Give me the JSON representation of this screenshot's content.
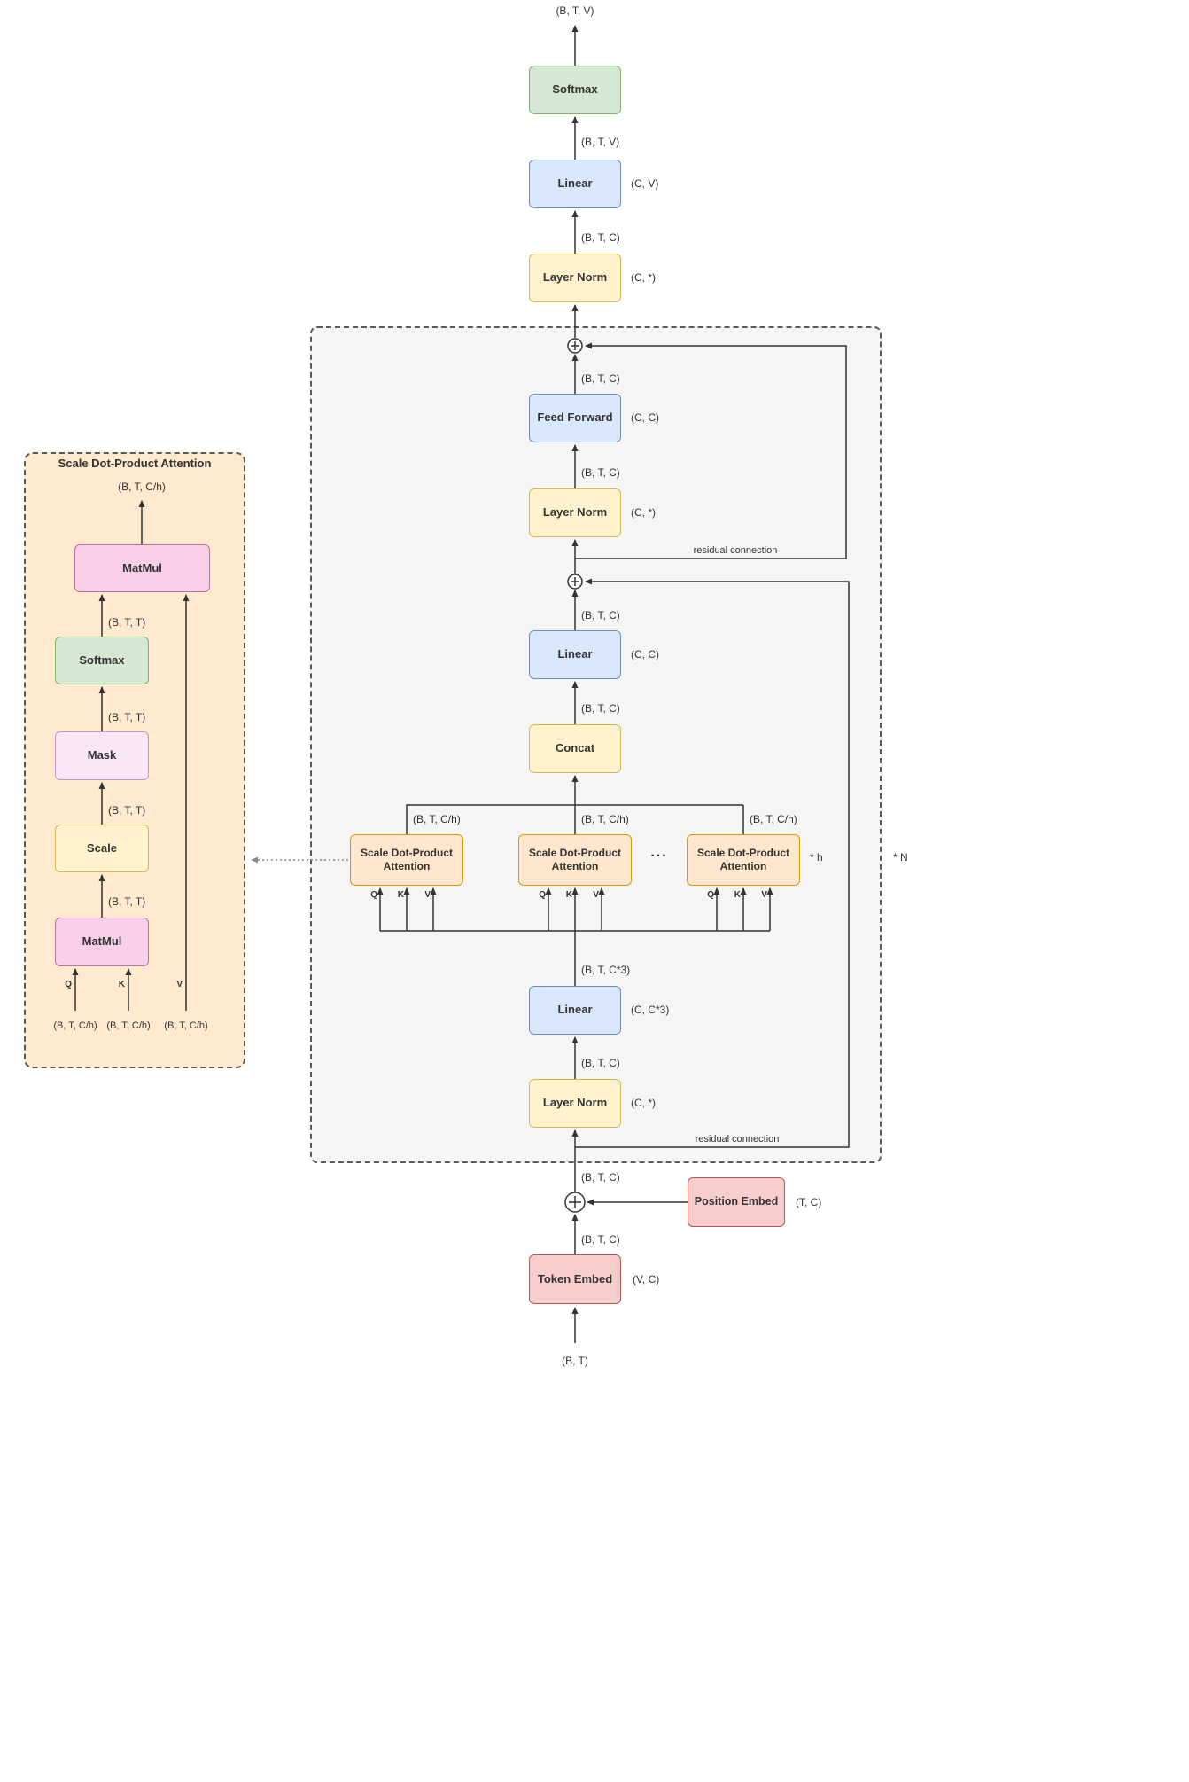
{
  "palette": {
    "green_fill": "#d5e8d4",
    "green_border": "#82b366",
    "blue_fill": "#dae8fc",
    "blue_border": "#6c8ebf",
    "yellow_fill": "#fff2cc",
    "yellow_border": "#d6b656",
    "red_fill": "#f8cecc",
    "red_border": "#b85450",
    "orange_fill": "#ffe6cc",
    "orange_border": "#d79b00",
    "pink_fill": "#f8cee8",
    "pink_border": "#b5739d"
  },
  "main": {
    "output_shape": "(B, T, V)",
    "softmax_label": "Softmax",
    "softmax_in_shape": "(B, T, V)",
    "final_linear_label": "Linear",
    "final_linear_weights": "(C, V)",
    "final_linear_in_shape": "(B, T, C)",
    "final_layernorm_label": "Layer Norm",
    "final_layernorm_weights": "(C, *)",
    "block": {
      "repeat_label": "* N",
      "residual_ff_label": "residual connection",
      "residual_attn_label": "residual connection",
      "add2_in_shape": "(B, T, C)",
      "feed_forward_label": "Feed Forward",
      "feed_forward_weights": "(C, C)",
      "feed_forward_in_shape": "(B, T, C)",
      "layernorm2_label": "Layer Norm",
      "layernorm2_weights": "(C, *)",
      "add1_in_shape": "(B, T, C)",
      "proj_linear_label": "Linear",
      "proj_linear_weights": "(C, C)",
      "proj_linear_in_shape": "(B, T, C)",
      "concat_label": "Concat",
      "heads": {
        "label": "Scale Dot-Product Attention",
        "out_shape": "(B, T, C/h)",
        "dots": "...",
        "repeat_label": "* h",
        "q": "Q",
        "k": "K",
        "v": "V"
      },
      "qkv_out_shape": "(B, T, C*3)",
      "qkv_linear_label": "Linear",
      "qkv_linear_weights": "(C, C*3)",
      "qkv_linear_in_shape": "(B, T, C)",
      "layernorm1_label": "Layer Norm",
      "layernorm1_weights": "(C, *)"
    },
    "embed": {
      "add_out_shape": "(B, T, C)",
      "position_embed_label": "Position Embed",
      "position_embed_weights": "(T, C)",
      "token_out_shape": "(B, T, C)",
      "token_embed_label": "Token Embed",
      "token_embed_weights": "(V, C)",
      "input_shape": "(B, T)"
    }
  },
  "detail": {
    "title": "Scale Dot-Product Attention",
    "out_shape": "(B, T, C/h)",
    "matmul_top_label": "MatMul",
    "softmax_label": "Softmax",
    "mask_label": "Mask",
    "scale_label": "Scale",
    "matmul_bottom_label": "MatMul",
    "tt_shape": "(B, T, T)",
    "q": "Q",
    "k": "K",
    "v": "V",
    "q_shape": "(B, T, C/h)",
    "k_shape": "(B, T, C/h)",
    "v_shape": "(B, T, C/h)"
  }
}
